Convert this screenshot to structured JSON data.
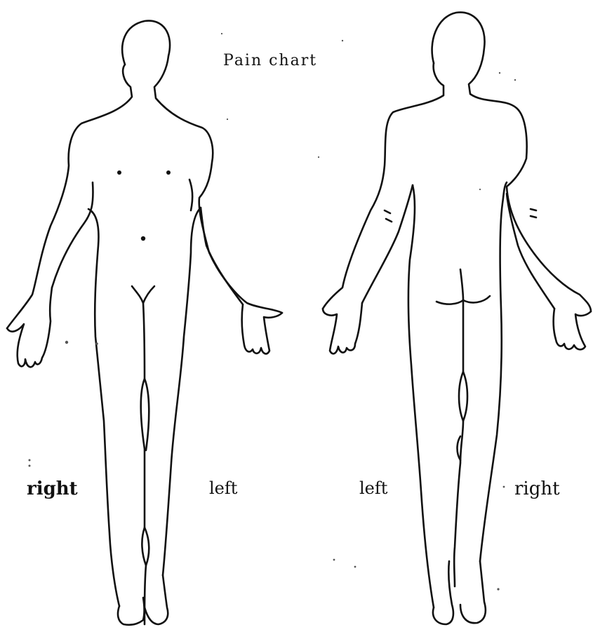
{
  "title": "Pain chart",
  "front_view": {
    "right_label": "right",
    "left_label": "left"
  },
  "back_view": {
    "left_label": "left",
    "right_label": "right"
  },
  "colors": {
    "line": "#111111",
    "background": "#ffffff"
  }
}
